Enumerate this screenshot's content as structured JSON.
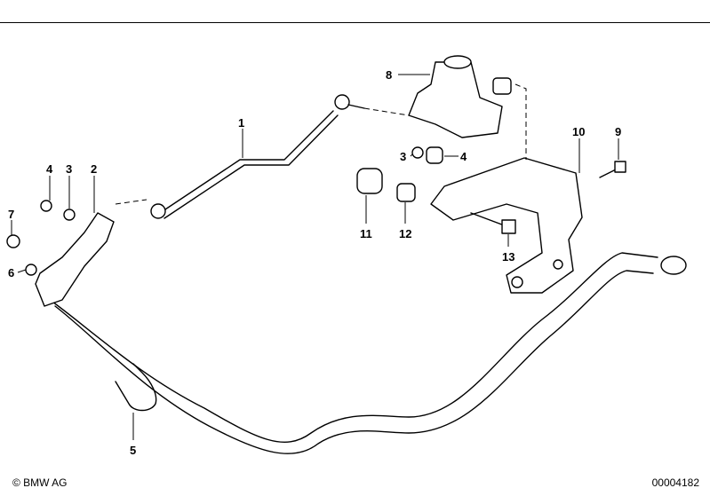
{
  "labels": {
    "l1": "1",
    "l2": "2",
    "l3a": "3",
    "l4a": "4",
    "l5": "5",
    "l6": "6",
    "l7": "7",
    "l8": "8",
    "l3b": "3",
    "l4b": "4",
    "l9": "9",
    "l10": "10",
    "l11": "11",
    "l12": "12",
    "l13": "13"
  },
  "footer": {
    "copyright": "© BMW AG",
    "diagram_number": "00004182"
  }
}
